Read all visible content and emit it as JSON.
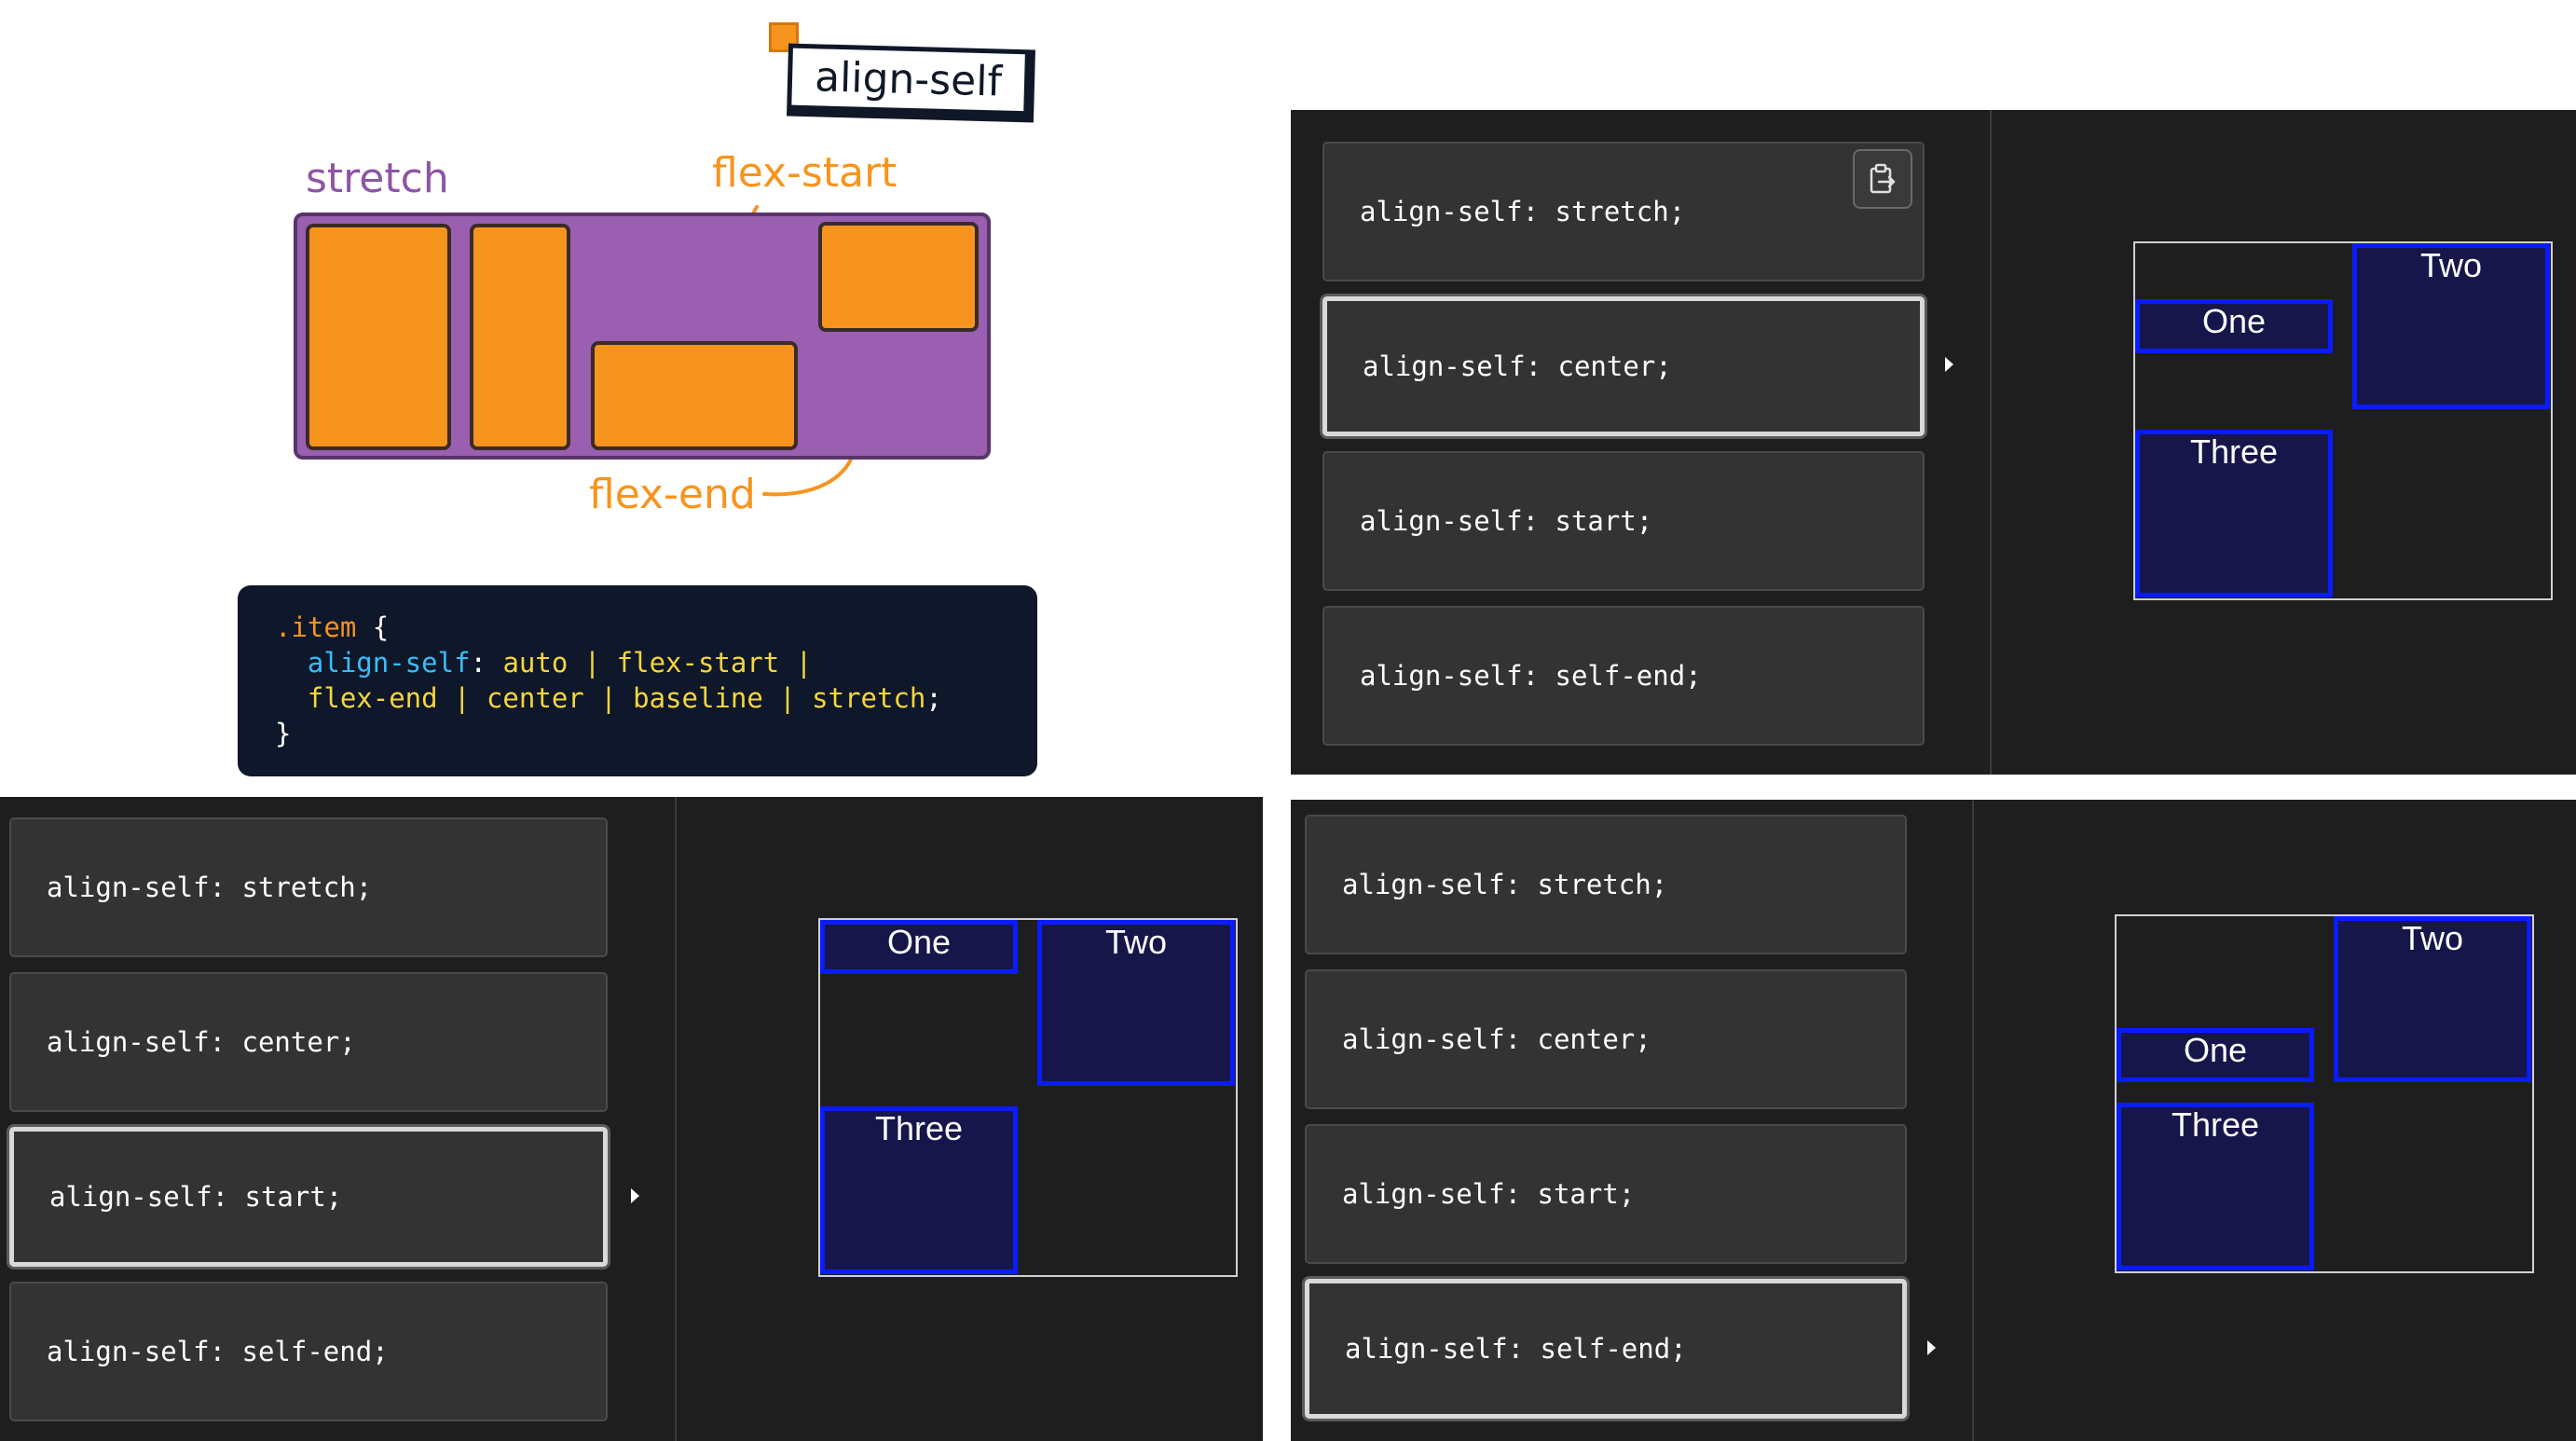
{
  "illustration": {
    "title": "align-self",
    "labels": {
      "stretch": "stretch",
      "flex_start": "flex-start",
      "flex_end": "flex-end"
    },
    "code": {
      "selector": ".item",
      "open": " {",
      "property": "align-self",
      "colon": ":",
      "line2_values": " auto | flex-start |",
      "line3_values": "flex-end | center | baseline | stretch",
      "semicolon": ";",
      "close": "}"
    },
    "colors": {
      "purple": "#9a5fb0",
      "orange": "#f7941d",
      "navy": "#0f172a"
    }
  },
  "options": [
    "align-self: stretch;",
    "align-self: center;",
    "align-self: start;",
    "align-self: self-end;"
  ],
  "items": {
    "one": "One",
    "two": "Two",
    "three": "Three"
  },
  "panels": {
    "top_right": {
      "selected": "align-self: center;"
    },
    "bottom_left": {
      "selected": "align-self: start;"
    },
    "bottom_right": {
      "selected": "align-self: self-end;"
    }
  },
  "icons": {
    "copy": "clipboard-copy-icon",
    "caret": "caret-right-icon"
  }
}
